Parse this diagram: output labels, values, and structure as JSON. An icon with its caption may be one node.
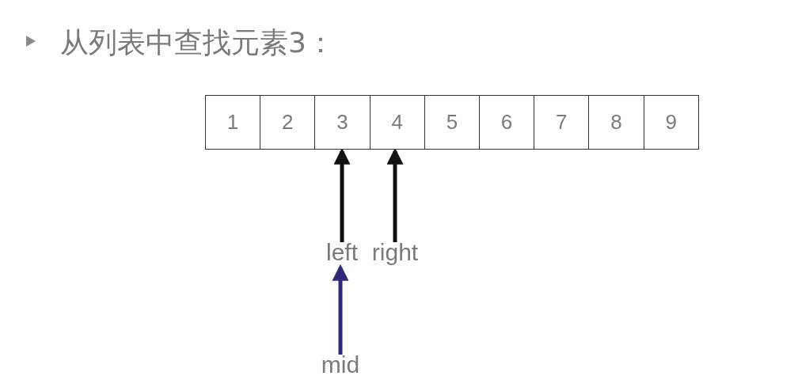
{
  "diagram": {
    "title": "从列表中查找元素3：",
    "nodes": [
      {
        "text": [
          "1"
        ]
      },
      {
        "text": [
          "2"
        ]
      },
      {
        "text": [
          "3"
        ]
      },
      {
        "text": [
          "4"
        ]
      },
      {
        "text": [
          "5"
        ]
      },
      {
        "text": [
          "6"
        ]
      },
      {
        "text": [
          "7"
        ]
      },
      {
        "text": [
          "8"
        ]
      },
      {
        "text": [
          "9"
        ]
      },
      {
        "text": [
          "left"
        ]
      },
      {
        "text": [
          "right"
        ]
      },
      {
        "text": [
          "mid"
        ]
      }
    ],
    "edges": [
      {
        "from": 9,
        "to": 2,
        "arrow": "to"
      },
      {
        "from": 10,
        "to": 3,
        "arrow": "to"
      },
      {
        "from": 11,
        "to": 9,
        "arrow": "to",
        "color": "#2e2a7a"
      }
    ]
  }
}
